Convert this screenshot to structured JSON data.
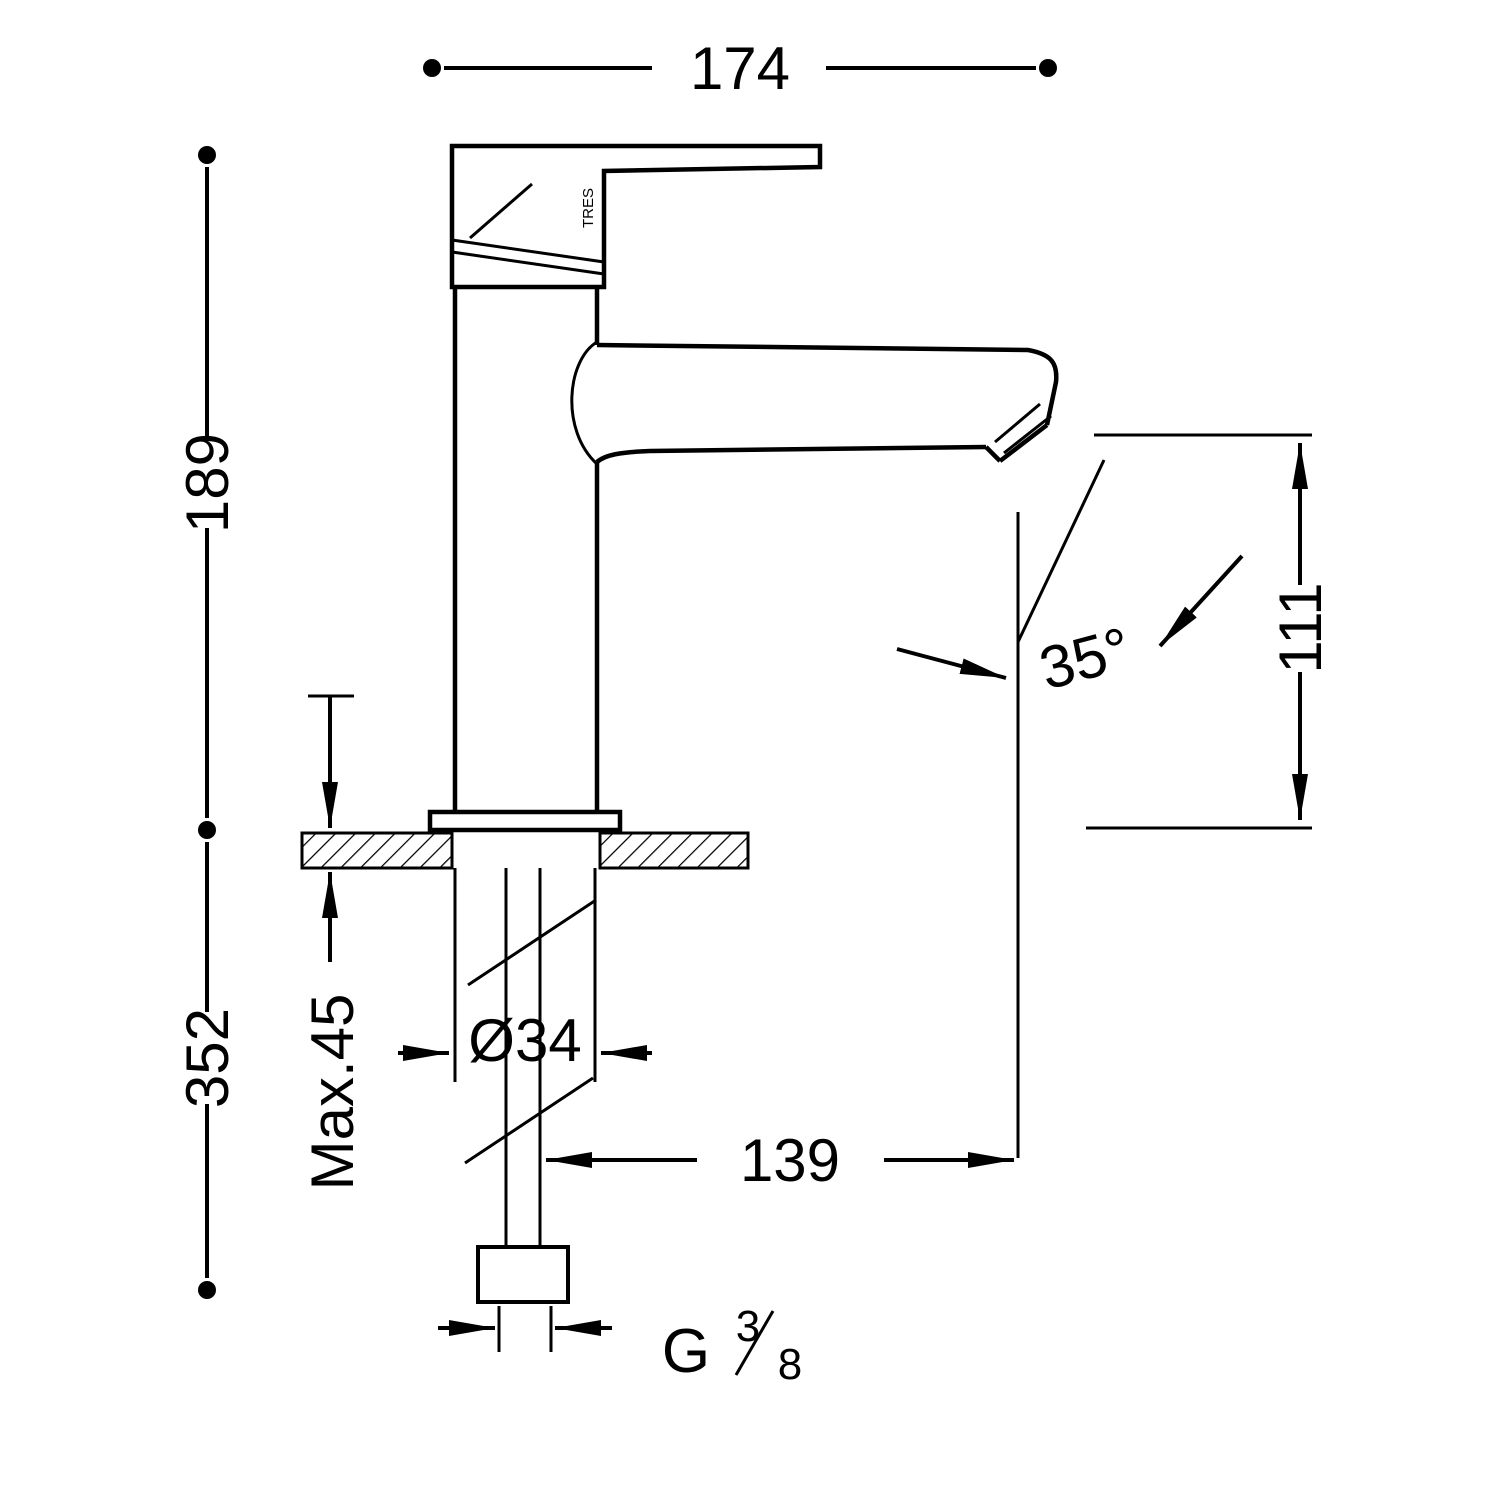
{
  "page": {
    "background": "#ffffff"
  },
  "drawing": {
    "subject": "Single-lever basin mixer tap — dimensional technical drawing, side view",
    "line_color": "#000000",
    "labels": {
      "width_overall": "174",
      "height_above_deck": "189",
      "length_below_deck": "352",
      "outlet_height": "111",
      "outlet_angle": "35°",
      "body_diameter": "Ø34",
      "max_mounting_thickness": "Max.45",
      "outlet_reach": "139",
      "thread_letter": "G",
      "thread_numerator": "3",
      "thread_denominator": "8",
      "logo": "TRES"
    }
  }
}
